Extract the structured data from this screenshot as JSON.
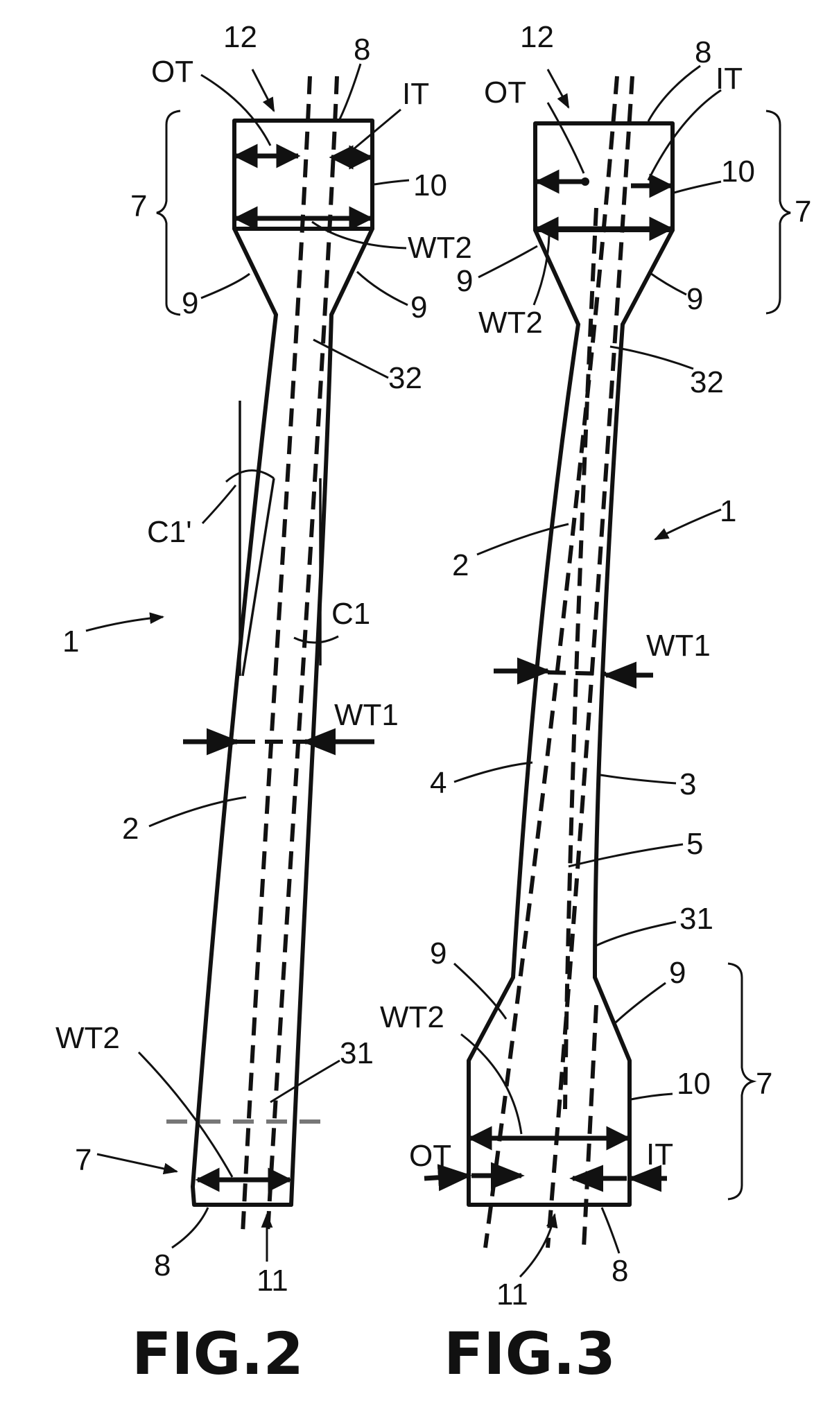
{
  "figure2": {
    "caption": "FIG.2",
    "labels": {
      "ref12": "12",
      "ot": "OT",
      "ref8_top": "8",
      "it": "IT",
      "ref10": "10",
      "ref7_top": "7",
      "wt2_top": "WT2",
      "ref9_left": "9",
      "ref9_right": "9",
      "ref32": "32",
      "c1_prime": "C1'",
      "c1": "C1",
      "ref1": "1",
      "wt1": "WT1",
      "ref2": "2",
      "wt2_bottom": "WT2",
      "ref31": "31",
      "ref7_bottom": "7",
      "ref8_bottom": "8",
      "ref11": "11"
    }
  },
  "figure3": {
    "caption": "FIG.3",
    "labels": {
      "ref12": "12",
      "ref8_top": "8",
      "ot_top": "OT",
      "it_top": "IT",
      "ref10_top": "10",
      "ref7_top": "7",
      "ref9_top_left": "9",
      "ref9_top_right": "9",
      "wt2_top": "WT2",
      "ref32": "32",
      "ref1": "1",
      "ref2": "2",
      "wt1": "WT1",
      "ref4": "4",
      "ref3": "3",
      "ref5": "5",
      "ref31": "31",
      "ref9_bottom_left": "9",
      "ref9_bottom_right": "9",
      "wt2_bottom": "WT2",
      "ref10_bottom": "10",
      "ref7_bottom": "7",
      "ot_bottom": "OT",
      "it_bottom": "IT",
      "ref11": "11",
      "ref8_bottom": "8"
    }
  }
}
